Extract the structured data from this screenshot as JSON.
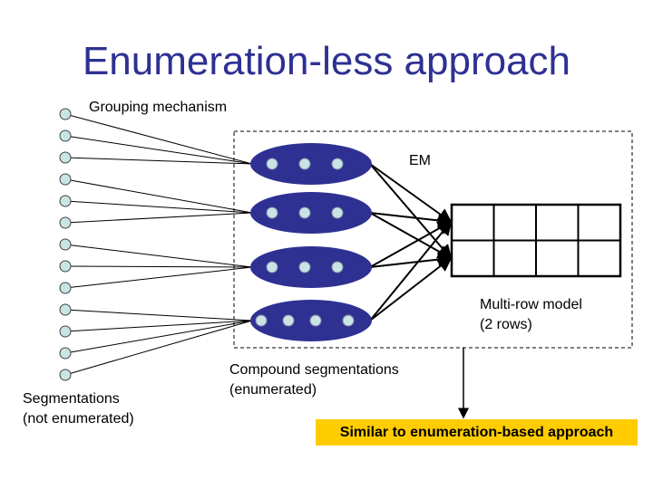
{
  "title": "Enumeration-less approach",
  "labels": {
    "grouping": "Grouping mechanism",
    "em": "EM",
    "model_line1": "Multi-row model",
    "model_line2": "(2 rows)",
    "compound_line1": "Compound segmentations",
    "compound_line2": "(enumerated)",
    "segmentations_line1": "Segmentations",
    "segmentations_line2": "(not enumerated)",
    "result": "Similar to enumeration-based approach"
  },
  "structure": {
    "segmentation_count": 13,
    "group_sizes": [
      3,
      3,
      3,
      4
    ],
    "model_rows": 2,
    "model_columns": 4
  },
  "colors": {
    "title": "#2e3192",
    "ellipse": "#2e3192",
    "node": "#c8e4e4",
    "highlight": "#ffcc00"
  }
}
